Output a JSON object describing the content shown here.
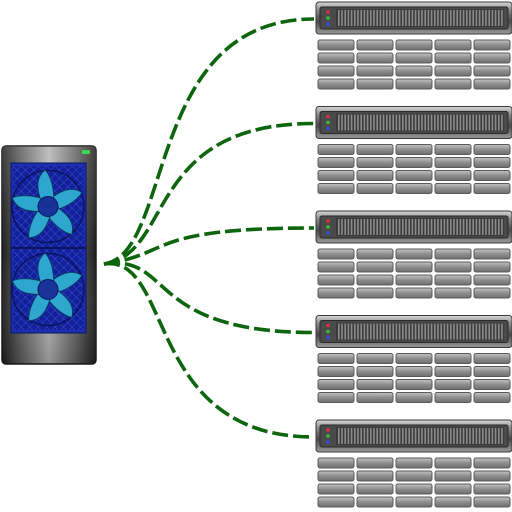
{
  "colors": {
    "background": "#ffffff",
    "link": "#0d650d",
    "link_gap": "#ffffff",
    "case_body": "#303030",
    "case_highlight": "#9a9a9a",
    "fan_blade": "#2ea7cf",
    "fan_panel": "#1c2fb0",
    "power_led": "#3ad84a",
    "server_chassis": "#5c5c5c",
    "drive_bay": "#8a8a8a",
    "server_led_red": "#e03030",
    "server_led_green": "#38c038",
    "server_led_blue": "#3050e0"
  },
  "icons": {
    "hub": "tower-fan-unit-icon",
    "node": "rack-server-icon",
    "link": "dashed-connection-line"
  },
  "hub": {
    "fans": 2,
    "power_led": true
  },
  "servers": [
    {
      "id": "server-1",
      "bay_rows": 4,
      "bay_cols": 5
    },
    {
      "id": "server-2",
      "bay_rows": 4,
      "bay_cols": 5
    },
    {
      "id": "server-3",
      "bay_rows": 4,
      "bay_cols": 5
    },
    {
      "id": "server-4",
      "bay_rows": 4,
      "bay_cols": 5
    },
    {
      "id": "server-5",
      "bay_rows": 4,
      "bay_cols": 5
    }
  ],
  "connections": [
    {
      "from": "hub",
      "to": "server-1"
    },
    {
      "from": "hub",
      "to": "server-2"
    },
    {
      "from": "hub",
      "to": "server-3"
    },
    {
      "from": "hub",
      "to": "server-4"
    },
    {
      "from": "hub",
      "to": "server-5"
    }
  ]
}
